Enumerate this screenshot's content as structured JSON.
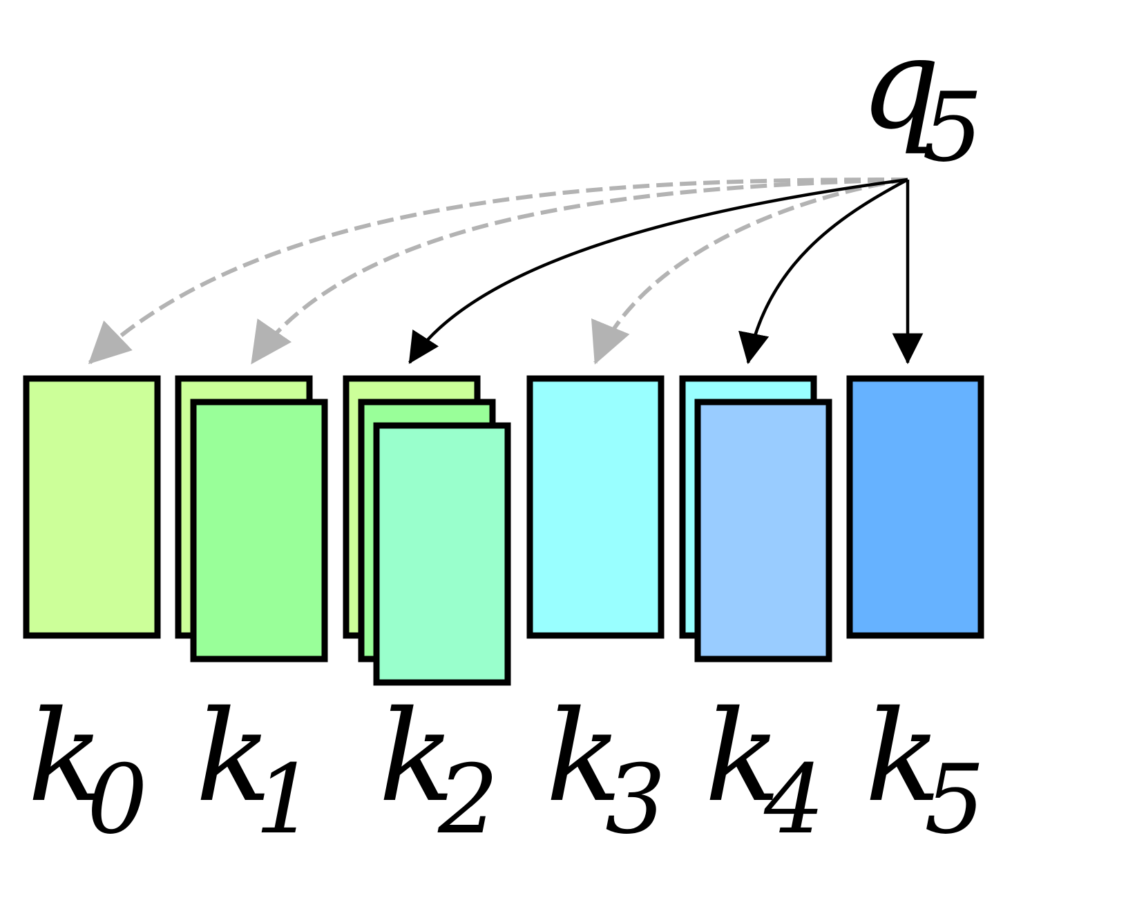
{
  "colors": {
    "black": "#000000",
    "inactive_arrow": "#b3b3b3",
    "k0": "#ccff99",
    "k1_back": "#ccff99",
    "k1_front": "#99ff99",
    "k2_back": "#ccff99",
    "k2_middle": "#99ff99",
    "k2_front": "#99ffcc",
    "k3": "#99ffff",
    "k4_back": "#99ffff",
    "k4_front": "#99ccff",
    "k5": "#66b2ff"
  },
  "query": {
    "base": "q",
    "sub": "5"
  },
  "keys": [
    {
      "base": "k",
      "sub": "0"
    },
    {
      "base": "k",
      "sub": "1"
    },
    {
      "base": "k",
      "sub": "2"
    },
    {
      "base": "k",
      "sub": "3"
    },
    {
      "base": "k",
      "sub": "4"
    },
    {
      "base": "k",
      "sub": "5"
    }
  ]
}
